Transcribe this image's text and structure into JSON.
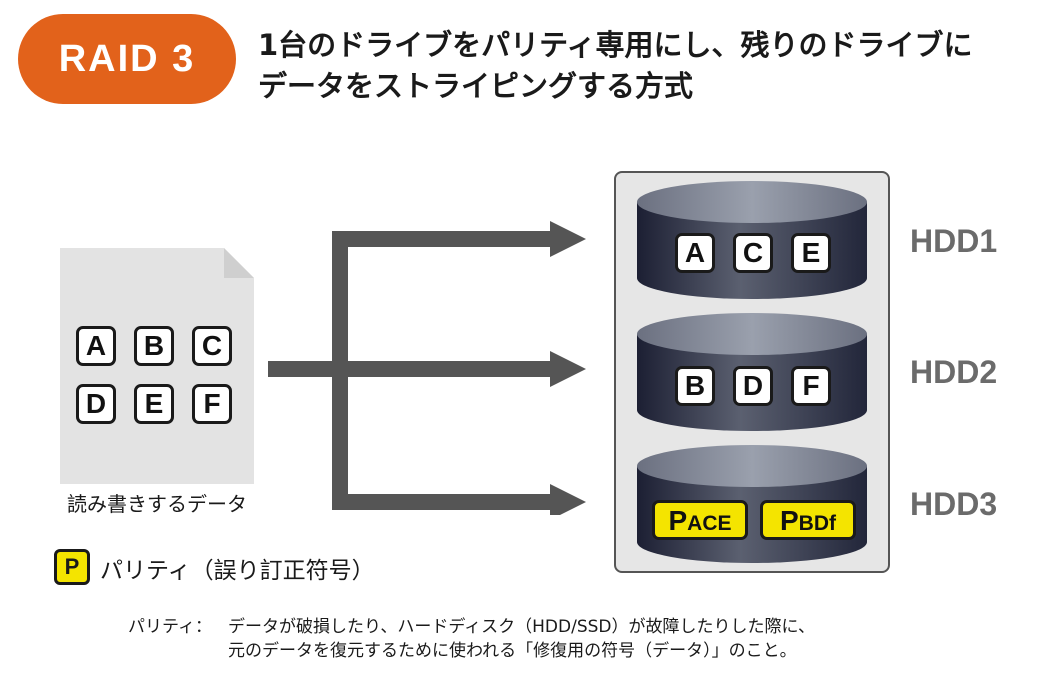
{
  "header": {
    "badge": "RAID 3",
    "description_line1": "1台のドライブをパリティ専用にし、残りのドライブに",
    "description_line2": "データをストライピングする方式"
  },
  "source": {
    "caption": "読み書きするデータ",
    "blocks": [
      "A",
      "B",
      "C",
      "D",
      "E",
      "F"
    ]
  },
  "drives": [
    {
      "label": "HDD1",
      "blocks": [
        "A",
        "C",
        "E"
      ]
    },
    {
      "label": "HDD2",
      "blocks": [
        "B",
        "D",
        "F"
      ]
    },
    {
      "label": "HDD3",
      "parity_blocks": [
        {
          "main": "P",
          "sub": "ACE"
        },
        {
          "main": "P",
          "sub": "BDf"
        }
      ]
    }
  ],
  "legend": {
    "symbol": "P",
    "text": "パリティ（誤り訂正符号）"
  },
  "footnote": {
    "term": "パリティ：",
    "line1": "データが破損したり、ハードディスク（HDD/SSD）が故障したりした際に、",
    "line2": "元のデータを復元するために使われる「修復用の符号（データ）」のこと。"
  },
  "colors": {
    "badge": "#e2621b",
    "parity": "#f4e400",
    "arrow": "#555555",
    "drive_label": "#6b6b6b",
    "container": "#e6e6e6"
  }
}
